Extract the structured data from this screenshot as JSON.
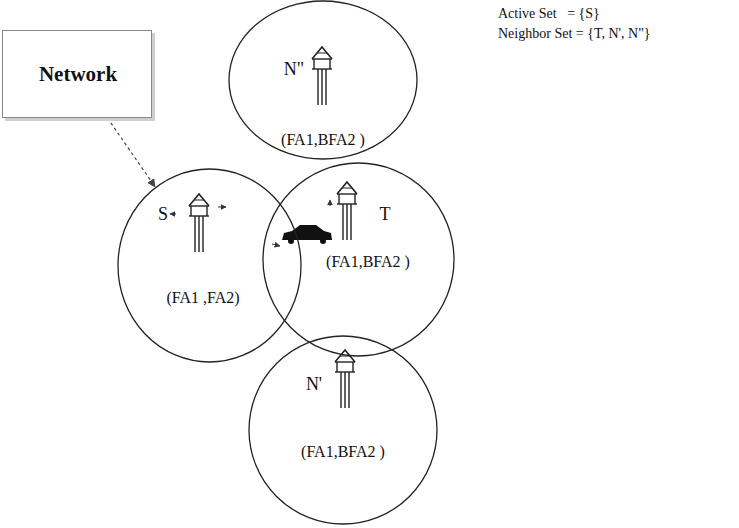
{
  "diagram": {
    "nodes": [
      {
        "text": [
          "Network"
        ]
      },
      {
        "text": [
          "N\"",
          "(FA1,BFA2 )"
        ]
      },
      {
        "text": [
          "S",
          "(FA1 ,FA2)"
        ]
      },
      {
        "text": [
          "T",
          "(FA1,BFA2 )"
        ]
      },
      {
        "text": [
          "N'",
          "(FA1,BFA2 )"
        ]
      }
    ],
    "edges": [
      {
        "from": 0,
        "to": 2,
        "arrow": "to"
      }
    ],
    "labels": [
      "Active Set   = {S}",
      "Neighbor Set = {T, N', N\"}"
    ]
  }
}
